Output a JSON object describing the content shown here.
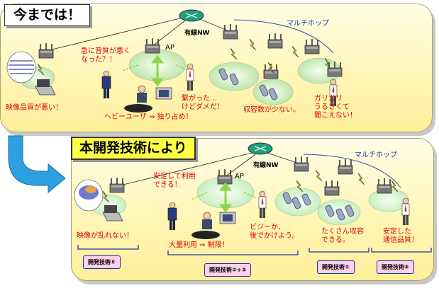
{
  "before": {
    "title": "今までは！",
    "wired_nw": "有線NW",
    "multihop": "マルチホップ",
    "ap": "AP",
    "video_bad": "映像品質が悪い！",
    "sound_bad": "急に音質が悪く\nなった？！",
    "heavy_user": "ヘビーユーザ ⇒ 独り占め！",
    "connected_fail": "繋がった…\nけどダメだ！",
    "few_capacity": "収容数が少ない。",
    "noise": "ガリガリ\nうるさくて\n聞こえない！"
  },
  "after": {
    "title": "本開発技術により",
    "wired_nw": "有線NW",
    "multihop": "マルチホップ",
    "ap": "AP",
    "video_ok": "映像が乱れない！",
    "stable": "安定して利用\nできる！",
    "bulk_limit": "大量利用 ⇒ 制限！",
    "busy": "ビジーか、\n後でかけよう。",
    "many_capacity": "たくさん収容\nできる。",
    "stable_quality": "安定した\n通信品質！",
    "tags": [
      "開発技術⑤",
      "開発技術②+③",
      "開発技術①",
      "開発技術④"
    ]
  },
  "colors": {
    "panel_fill": "#fff6b8",
    "highlight": "#ffff44",
    "text_red": "#e00000",
    "text_blue": "#1a3aaa",
    "tag_fill": "#ffd0ea",
    "arrow": "#2da0e0",
    "zone": "#d8f0c8"
  }
}
